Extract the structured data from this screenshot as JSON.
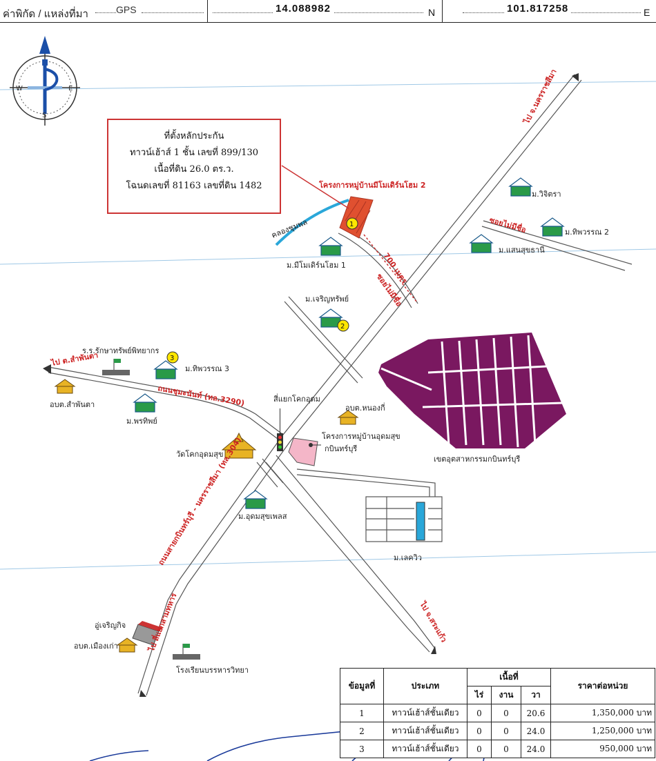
{
  "header": {
    "label": "ค่าพิกัด / แหล่งที่มา",
    "source": "GPS",
    "lat": "14.088982",
    "lat_unit": "N",
    "lon": "101.817258",
    "lon_unit": "E"
  },
  "compass": {
    "n": "N",
    "s": "S",
    "e": "E",
    "w": "W"
  },
  "infobox": {
    "line1": "ที่ตั้งหลักประกัน",
    "line2": "ทาวน์เฮ้าส์ 1 ชั้น เลขที่ 899/130",
    "line3": "เนื้อที่ดิน  26.0  ตร.ว.",
    "line4": "โฉนดเลขที่ 81163 เลขที่ดิน 1482"
  },
  "labels": {
    "to_nakhon_ratchasima": "ไป จ.นครราชสีมา",
    "project2": "โครงการหมู่บ้านมีโมเดิร์นโฮม 2",
    "canal": "คลองชุมพล",
    "meemodern1": "ม.มีโมเดิร์นโฮม 1",
    "distance": "700 เมตร",
    "soi_nameless1": "ซอยไม่มีชื่อ",
    "soi_nameless2": "ซอยไม่มีชื่อ",
    "wijitra": "ม.วิจิตรา",
    "tippawan2": "ม.ทิพวรรณ 2",
    "saensuk": "ม.แสนสุขธานี",
    "charoensap": "ม.เจริญทรัพย์",
    "school": "ร.ร.รักษาทรัพย์พิทยากร",
    "tippawan3": "ม.ทิพวรรณ 3",
    "to_samphanta": "ไป ต.สำพันตา",
    "road3290": "ถนนชุมะนันท์ (ทล.3290)",
    "obt_samphanta": "อบต.สำพันตา",
    "pornsap": "ม.พรทิพย์",
    "intersection": "สี่แยกโคกอุดม",
    "obt_nongki": "อบต.หนองกี่",
    "project_udomsuk1": "โครงการหมู่บ้านอุดมสุข",
    "project_udomsuk2": "กบินทร์บุรี",
    "industrial": "เขตอุตสาหกรรมกบินทร์บุรี",
    "temple": "วัดโคกอุดมสุข",
    "road304": "ถนนสายกบินทร์บุรี - นครราชสีมา (ทล.304)",
    "udomsuk_place": "ม.อุดมสุขเพลส",
    "lakeview": "ม.เลควิว",
    "to_sakaeo": "ไป จ.สระแก้ว",
    "yoocharoen": "อู่เจริญกิจ",
    "obt_muangkao": "อบต.เมืองเก่า",
    "school2": "โรงเรียนบรรหารวิทยา",
    "to_intersection": "ไป สี่แยกสามทหาร",
    "marker1": "1",
    "marker2": "2",
    "marker3": "3"
  },
  "table": {
    "headers": {
      "no": "ข้อมูลที่",
      "type": "ประเภท",
      "area": "เนื้อที่",
      "rai": "ไร่",
      "ngan": "งาน",
      "wa": "วา",
      "price": "ราคาต่อหน่วย"
    },
    "rows": [
      {
        "no": "1",
        "type": "ทาวน์เฮ้าส์ชั้นเดียว",
        "rai": "0",
        "ngan": "0",
        "wa": "20.6",
        "price": "1,350,000 บาท"
      },
      {
        "no": "2",
        "type": "ทาวน์เฮ้าส์ชั้นเดียว",
        "rai": "0",
        "ngan": "0",
        "wa": "24.0",
        "price": "1,250,000 บาท"
      },
      {
        "no": "3",
        "type": "ทาวน์เฮ้าส์ชั้นเดียว",
        "rai": "0",
        "ngan": "0",
        "wa": "24.0",
        "price": "950,000 บาท"
      }
    ]
  },
  "colors": {
    "road": "#555555",
    "industrial": "#7a1860",
    "project": "#e05030",
    "pink": "#f4b6c8",
    "blue_line": "#9fc8e6"
  }
}
